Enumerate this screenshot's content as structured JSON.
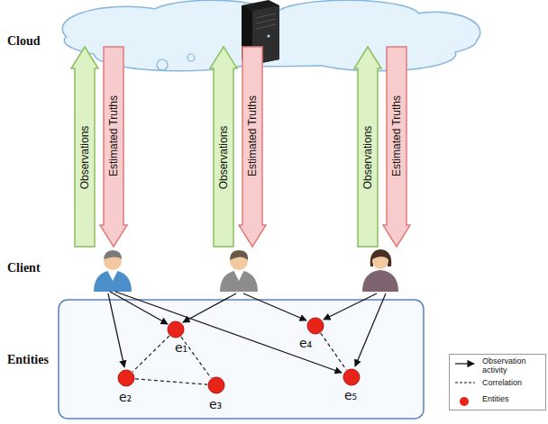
{
  "diagram": {
    "nodes": [
      {
        "text": [
          "Observations"
        ]
      },
      {
        "text": [
          "Estimated Truths"
        ]
      },
      {
        "text": [
          "Observations"
        ]
      },
      {
        "text": [
          "Estimated Truths"
        ]
      },
      {
        "text": [
          "Observations"
        ]
      },
      {
        "text": [
          "Estimated Truths"
        ]
      },
      {
        "text": [
          "e₁"
        ]
      },
      {
        "text": [
          "e₂"
        ]
      },
      {
        "text": [
          "e₃"
        ]
      },
      {
        "text": [
          "e₄"
        ]
      },
      {
        "text": [
          "e₅"
        ]
      }
    ],
    "edges": [
      {
        "from": 6,
        "to": 7,
        "arrow": "none"
      },
      {
        "from": 6,
        "to": 8,
        "arrow": "none"
      },
      {
        "from": 7,
        "to": 8,
        "arrow": "none"
      },
      {
        "from": 9,
        "to": 10,
        "arrow": "none"
      }
    ],
    "labels": [
      "Cloud",
      "Client",
      "Entities"
    ],
    "legend": [
      {
        "text": "Observation activity"
      },
      {
        "text": "Correlation"
      },
      {
        "text": "Entities",
        "color": "#e8241a"
      }
    ]
  }
}
